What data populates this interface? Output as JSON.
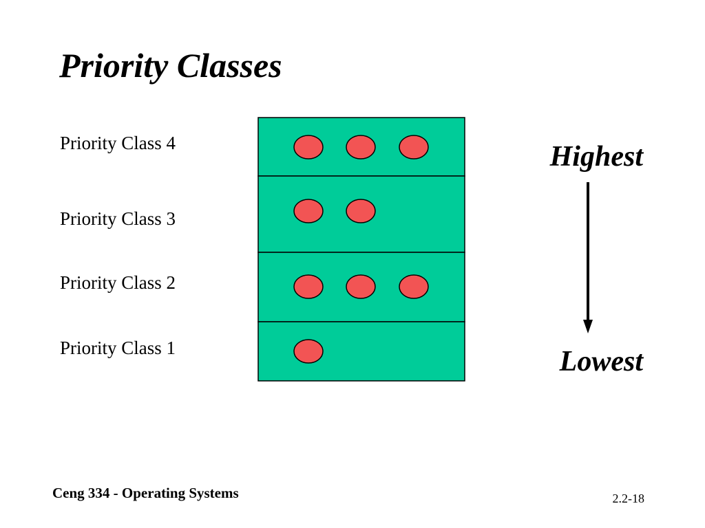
{
  "slide": {
    "title": "Priority Classes",
    "classes": [
      {
        "label": "Priority Class 4",
        "processes": 3
      },
      {
        "label": "Priority Class 3",
        "processes": 2
      },
      {
        "label": "Priority Class 2",
        "processes": 3
      },
      {
        "label": "Priority Class 1",
        "processes": 1
      }
    ],
    "highest_label": "Highest",
    "lowest_label": "Lowest",
    "footer": {
      "course": "Ceng 334 - Operating Systems",
      "page": "2.2-18"
    }
  },
  "colors": {
    "class_fill": "#00cc99",
    "process_fill": "#f25454",
    "outline": "#000000"
  }
}
